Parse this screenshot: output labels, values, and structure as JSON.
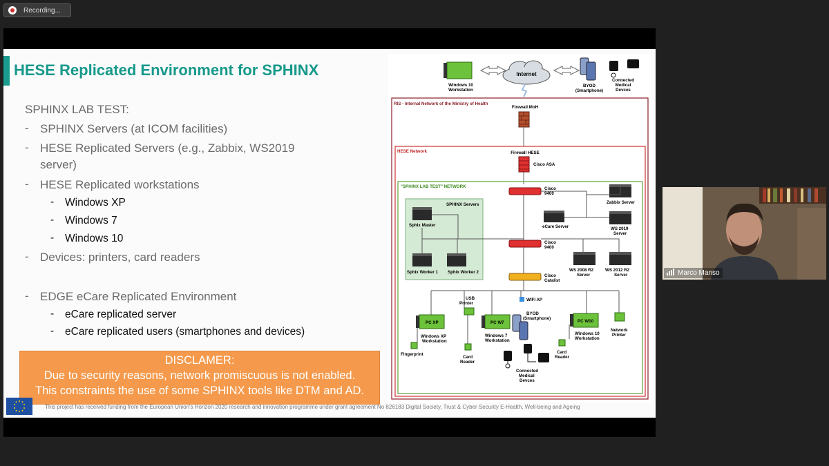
{
  "recording": {
    "label": "Recording..."
  },
  "slide": {
    "title": "HESE Replicated Environment for SPHINX",
    "lab_heading": "SPHINX LAB TEST:",
    "bullets": [
      "SPHINX Servers (at ICOM facilities)",
      "HESE Replicated Servers (e.g., Zabbix, WS2019",
      "server)",
      "HESE Replicated workstations",
      "Devices:  printers, card readers",
      "EDGE eCare Replicated Environment"
    ],
    "workstations": [
      "Windows XP",
      "Windows 7",
      "Windows 10"
    ],
    "ecare": [
      "eCare replicated server",
      "eCare replicated users (smartphones and devices)"
    ],
    "disclaimer": {
      "heading": "DISCLAMER:",
      "line1": "Due to security reasons, network promiscuous is not enabled.",
      "line2": "This constraints the use of some SPHINX tools like DTM and AD."
    },
    "funding": "This project has received funding from the European Union's Horizon 2020 research and innovation programme under grant agreement  No 826183 Digital Society, Trust & Cyber Security E-Health, Well-being and Ageing"
  },
  "diagram": {
    "win10_top": [
      "Windows 10",
      "Workstation"
    ],
    "internet": "Internet",
    "byod_top": [
      "BYOD",
      "(Smartphone)"
    ],
    "medical_top": [
      "Connected",
      "Medical",
      "Devces"
    ],
    "ris": "RIS - Internal Network of the Ministry of Health",
    "firewall_moh": "Firewall MoH",
    "hese_network": "HESE Network",
    "firewall_hese": "Firewall HESE",
    "cisco_asa": "Cisco ASA",
    "lab_network": "\"SPHINX LAB TEST\"  NETWORK",
    "cisco_9400a": [
      "Cisco",
      "9400"
    ],
    "cisco_9400b": [
      "Cisco",
      "9400"
    ],
    "cisco_catalist": [
      "Cisco",
      "Catalist"
    ],
    "sphinx_servers": "SPHINX Servers",
    "sphix_master": "Sphix Master",
    "sphix_worker1": "Sphix Worker 1",
    "sphix_worker2": "Sphix Worker 2",
    "zabbix": "Zabbix Server",
    "ecare_server": "eCare Server",
    "ws2019": [
      "WS 2019",
      "Server"
    ],
    "ws2008": [
      "WS 2008 R2",
      "Server"
    ],
    "ws2012": [
      "WS 2012 R2",
      "Server"
    ],
    "usb_printer": [
      "USB",
      "Printer"
    ],
    "wifi_ap": "WIFI AP",
    "byod_bottom": [
      "BYOD",
      "(Smartphone)"
    ],
    "pc_xp": "PC XP",
    "pc_w7": "PC W7",
    "pc_w10": "PC W10",
    "winxp_ws": [
      "Windows XP",
      "Workstation"
    ],
    "win7_ws": [
      "Windows 7",
      "Workstation"
    ],
    "win10_ws": [
      "Windows 10",
      "Workstation"
    ],
    "network_printer": [
      "Network",
      "Printer"
    ],
    "fingerprint": "Fingerprint",
    "card_reader1": [
      "Card",
      "Reader"
    ],
    "card_reader2": [
      "Card",
      "Reader"
    ],
    "medical_bottom": [
      "Connected",
      "Medical",
      "Devces"
    ]
  },
  "participant": {
    "name": "Marco Manso"
  },
  "colors": {
    "title": "#16998b",
    "disclaimer": "#f59a4c",
    "switch": "#e03030",
    "catalyst": "#f0b020",
    "workstation": "#6cc23a"
  }
}
